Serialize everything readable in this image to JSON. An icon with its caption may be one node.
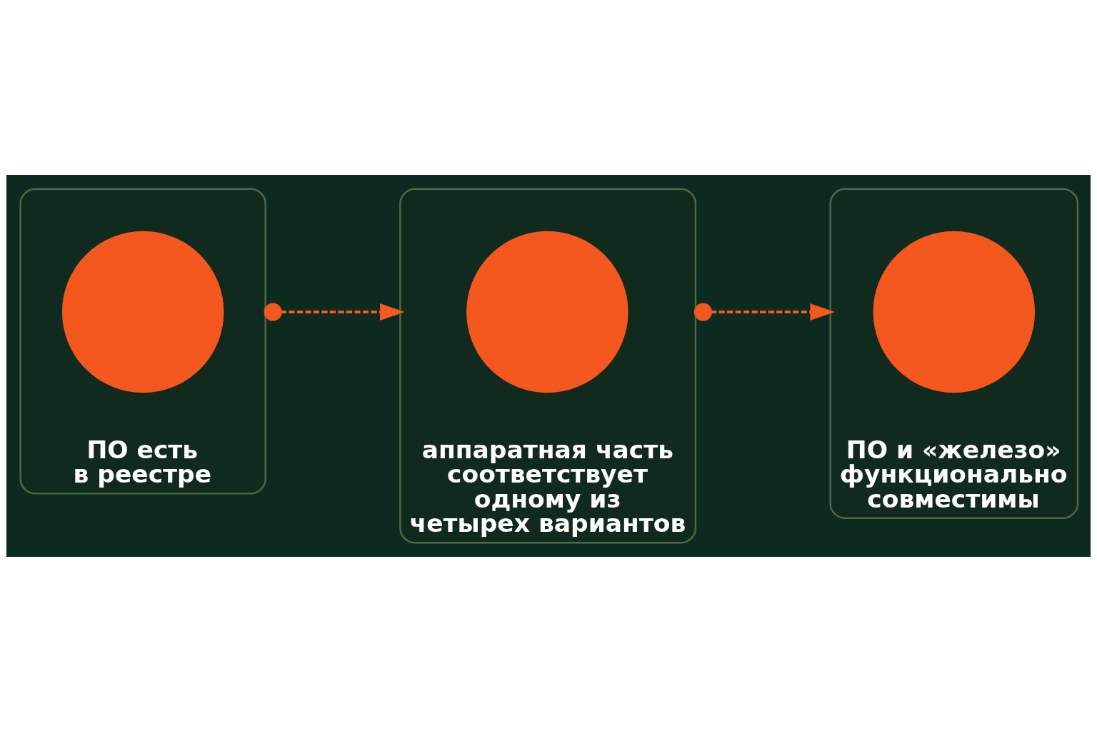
{
  "diagram": {
    "nodes": [
      {
        "text": [
          "ПО есть в реестре"
        ]
      },
      {
        "text": [],
        "shape": "circle",
        "in": 0
      },
      {
        "text": [
          "аппаратная часть соответствует одному из четырех вариантов"
        ]
      },
      {
        "text": [],
        "shape": "circle",
        "in": 2
      },
      {
        "text": [
          "ПО и «железо» функционально совместимы"
        ]
      },
      {
        "text": [],
        "shape": "circle",
        "in": 4
      }
    ],
    "edges": [
      {
        "from": 0,
        "to": 2,
        "arrow": "to",
        "style": "dashed"
      },
      {
        "from": 2,
        "to": 4,
        "arrow": "to",
        "style": "dashed"
      }
    ]
  }
}
